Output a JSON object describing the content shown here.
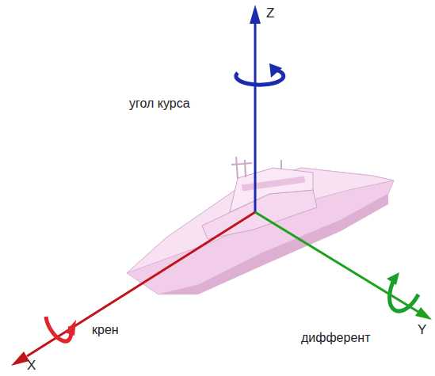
{
  "diagram": {
    "labels": [
      "Z",
      "угол курса",
      "крен",
      "дифферент",
      "X",
      "Y"
    ]
  }
}
